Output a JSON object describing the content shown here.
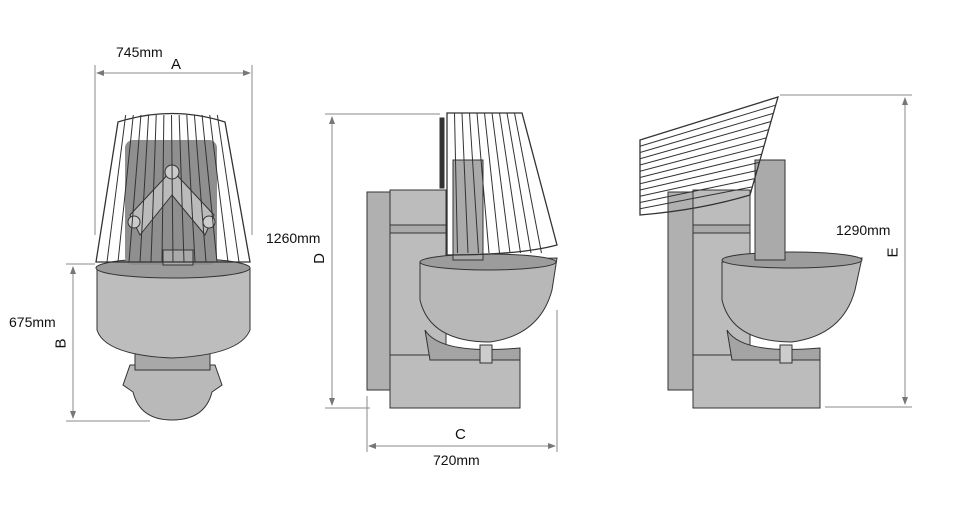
{
  "dimensions": {
    "width": {
      "letter": "A",
      "value": "745mm"
    },
    "bowl_height": {
      "letter": "B",
      "value": "675mm"
    },
    "depth": {
      "letter": "C",
      "value": "720mm"
    },
    "height_closed": {
      "letter": "D",
      "value": "1260mm"
    },
    "height_open": {
      "letter": "E",
      "value": "1290mm"
    }
  },
  "colors": {
    "body": "#b4b4b4",
    "body_dark": "#8e8e8e",
    "line": "#333333",
    "dim": "#888888"
  }
}
